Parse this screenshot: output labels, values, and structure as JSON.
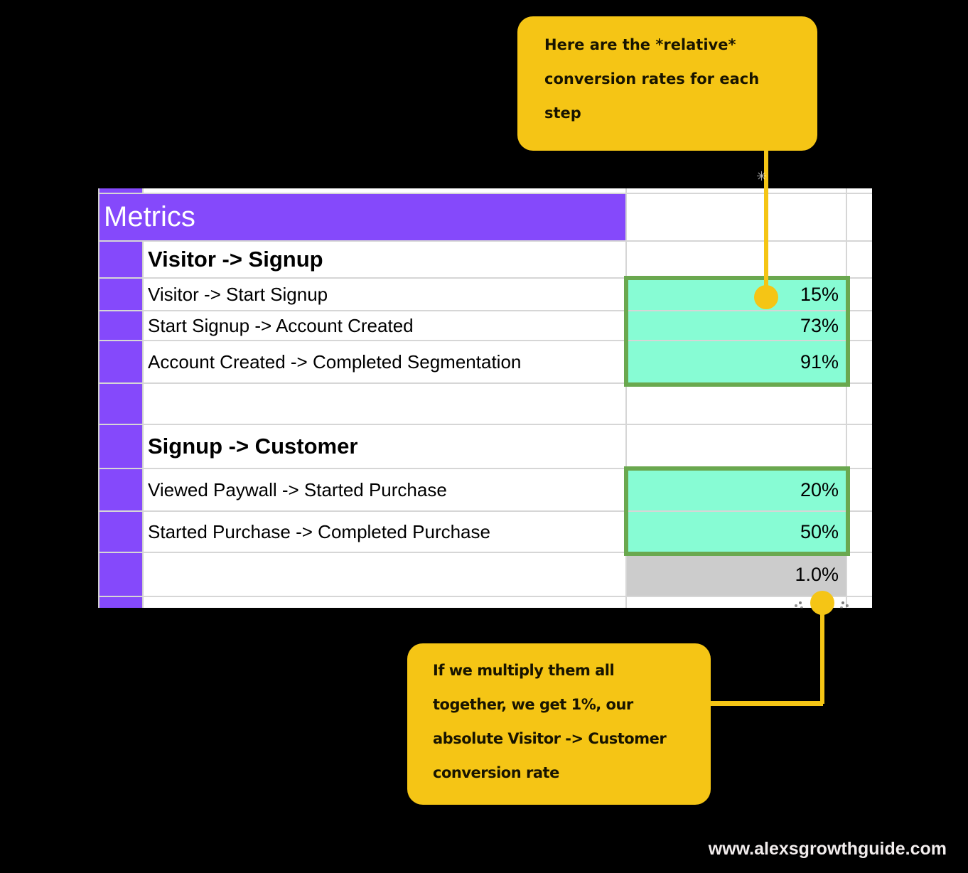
{
  "colors": {
    "background": "#000000",
    "callout_yellow": "#F5C515",
    "purple_header": "#8549FB",
    "mint_cell": "#87FCD4",
    "green_border": "#6AA84F",
    "gray_cell": "#CCCCCC",
    "gridline": "#D6D6D6"
  },
  "callouts": {
    "top": {
      "lines": [
        "Here are the *relative*",
        "conversion rates for each",
        "step"
      ]
    },
    "bottom": {
      "lines": [
        "If we multiply them all",
        "together, we get 1%, our",
        "absolute Visitor -> Customer",
        "conversion rate"
      ]
    }
  },
  "sheet": {
    "rows": [
      {
        "type": "spacer",
        "h": 8
      },
      {
        "type": "header",
        "label": "Metrics",
        "h": 67
      },
      {
        "type": "section",
        "label": "Visitor -> Signup",
        "h": 52
      },
      {
        "type": "data",
        "label": "Visitor -> Start Signup",
        "value": "15%",
        "h": 46,
        "group": 1
      },
      {
        "type": "data",
        "label": "Start Signup -> Account Created",
        "value": "73%",
        "h": 42,
        "group": 1
      },
      {
        "type": "data",
        "label": "Account Created -> Completed Segmentation",
        "value": "91%",
        "h": 60,
        "group": 1
      },
      {
        "type": "empty",
        "h": 58
      },
      {
        "type": "section",
        "label": "Signup -> Customer",
        "h": 62
      },
      {
        "type": "data",
        "label": "Viewed Paywall -> Started Purchase",
        "value": "20%",
        "h": 60,
        "group": 2
      },
      {
        "type": "data",
        "label": "Started Purchase -> Completed Purchase",
        "value": "50%",
        "h": 58,
        "group": 2
      },
      {
        "type": "result",
        "label": "",
        "value": "1.0%",
        "h": 62
      },
      {
        "type": "spacer",
        "h": 15,
        "noline": true
      }
    ]
  },
  "footer": {
    "url": "www.alexsgrowthguide.com"
  }
}
